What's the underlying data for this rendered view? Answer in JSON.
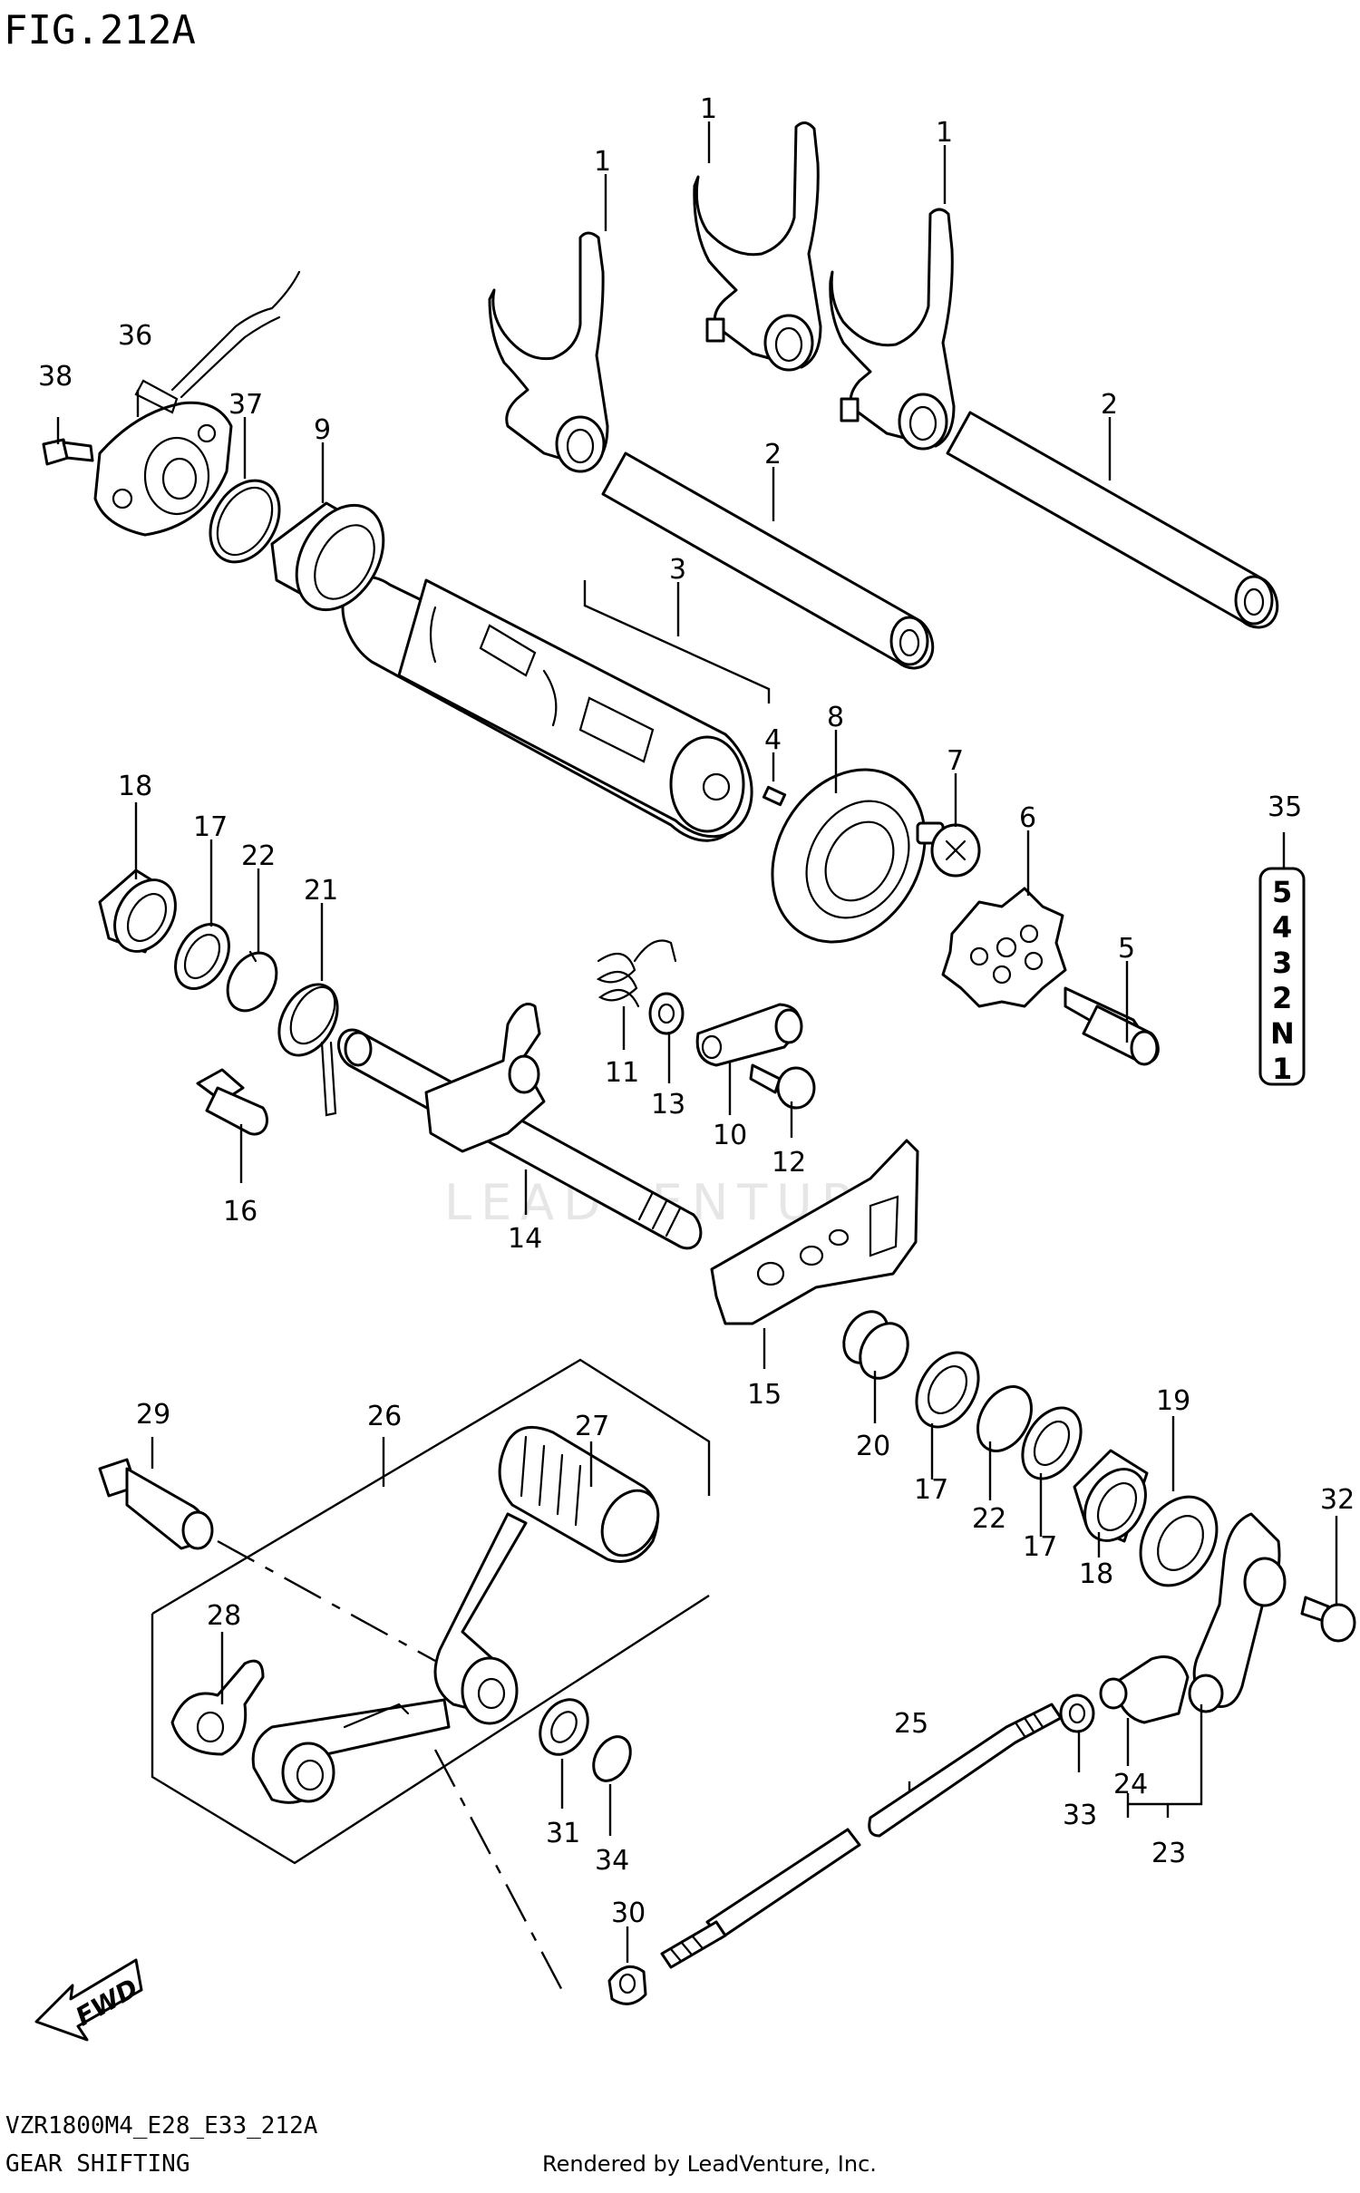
{
  "figure": {
    "title": "FIG.212A",
    "model_code": "VZR1800M4_E28_E33_212A",
    "section_name": "GEAR SHIFTING",
    "credit": "Rendered by LeadVenture, Inc.",
    "watermark": "LEADVENTURE"
  },
  "callouts": [
    {
      "id": "c1a",
      "label": "1"
    },
    {
      "id": "c1b",
      "label": "1"
    },
    {
      "id": "c1c",
      "label": "1"
    },
    {
      "id": "c2a",
      "label": "2"
    },
    {
      "id": "c2b",
      "label": "2"
    },
    {
      "id": "c3",
      "label": "3"
    },
    {
      "id": "c4",
      "label": "4"
    },
    {
      "id": "c5",
      "label": "5"
    },
    {
      "id": "c6",
      "label": "6"
    },
    {
      "id": "c7",
      "label": "7"
    },
    {
      "id": "c8",
      "label": "8"
    },
    {
      "id": "c9",
      "label": "9"
    },
    {
      "id": "c10",
      "label": "10"
    },
    {
      "id": "c11",
      "label": "11"
    },
    {
      "id": "c12",
      "label": "12"
    },
    {
      "id": "c13",
      "label": "13"
    },
    {
      "id": "c14",
      "label": "14"
    },
    {
      "id": "c15",
      "label": "15"
    },
    {
      "id": "c16",
      "label": "16"
    },
    {
      "id": "c17a",
      "label": "17"
    },
    {
      "id": "c17b",
      "label": "17"
    },
    {
      "id": "c17c",
      "label": "17"
    },
    {
      "id": "c18a",
      "label": "18"
    },
    {
      "id": "c18b",
      "label": "18"
    },
    {
      "id": "c19",
      "label": "19"
    },
    {
      "id": "c20",
      "label": "20"
    },
    {
      "id": "c21",
      "label": "21"
    },
    {
      "id": "c22a",
      "label": "22"
    },
    {
      "id": "c22b",
      "label": "22"
    },
    {
      "id": "c23",
      "label": "23"
    },
    {
      "id": "c24",
      "label": "24"
    },
    {
      "id": "c25",
      "label": "25"
    },
    {
      "id": "c26",
      "label": "26"
    },
    {
      "id": "c27",
      "label": "27"
    },
    {
      "id": "c28",
      "label": "28"
    },
    {
      "id": "c29",
      "label": "29"
    },
    {
      "id": "c30",
      "label": "30"
    },
    {
      "id": "c31",
      "label": "31"
    },
    {
      "id": "c32",
      "label": "32"
    },
    {
      "id": "c33",
      "label": "33"
    },
    {
      "id": "c34",
      "label": "34"
    },
    {
      "id": "c35",
      "label": "35"
    },
    {
      "id": "c36",
      "label": "36"
    },
    {
      "id": "c37",
      "label": "37"
    },
    {
      "id": "c38",
      "label": "38"
    }
  ],
  "gear_indicator": [
    "5",
    "4",
    "3",
    "2",
    "N",
    "1"
  ],
  "direction_arrow": "FWD"
}
